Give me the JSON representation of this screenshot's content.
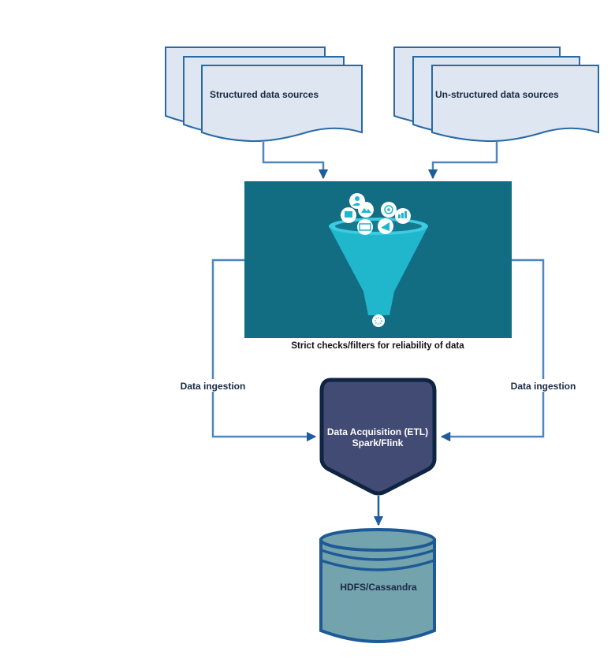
{
  "diagram": {
    "title": "Data ingestion pipeline",
    "colors": {
      "doc_fill": "#dde6f1",
      "doc_stroke": "#2a69a3",
      "connector": "#4f86c0",
      "arrowhead": "#1f5c9c",
      "filter_bg": "#126c82",
      "funnel": "#20b6cc",
      "funnel_rim": "#3ccbe0",
      "etl_fill": "#424b74",
      "etl_stroke": "#0f2342",
      "db_fill": "#73a3ad",
      "db_stroke": "#1d5a96",
      "text_dark": "#1a2a44",
      "text_black": "#111111",
      "text_white": "#ffffff"
    },
    "nodes": {
      "structured": {
        "label": "Structured data sources"
      },
      "unstructured": {
        "label": "Un-structured data sources"
      },
      "filter": {
        "caption": "Strict checks/filters for reliability of data",
        "funnel_icons": [
          "user-icon",
          "image-icon",
          "chat-icon",
          "money-icon",
          "target-icon",
          "chart-icon",
          "megaphone-icon"
        ]
      },
      "etl": {
        "line1": "Data Acquisition (ETL)",
        "line2": "Spark/Flink"
      },
      "storage": {
        "label": "HDFS/Cassandra"
      }
    },
    "edges": {
      "left_label": "Data ingestion",
      "right_label": "Data ingestion"
    }
  }
}
